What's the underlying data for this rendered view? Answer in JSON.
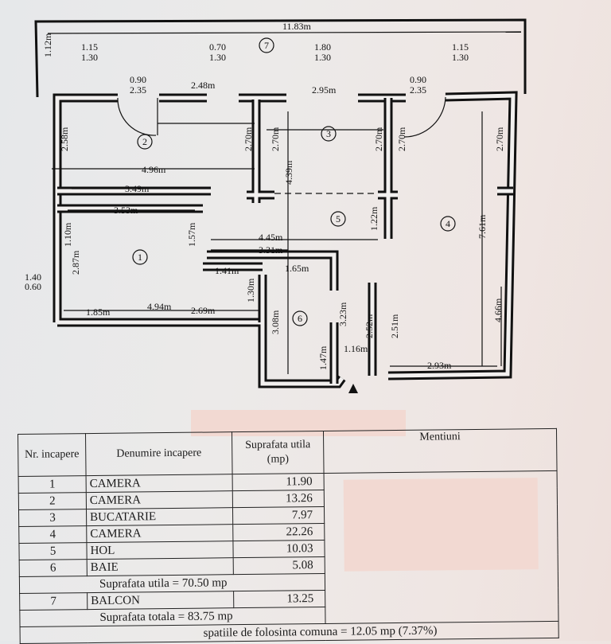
{
  "plan": {
    "room_numbers": [
      "1",
      "2",
      "3",
      "4",
      "5",
      "6",
      "7"
    ],
    "dimensions": {
      "total_width": "11.83m",
      "balcony_depth": "1.12m",
      "win1": [
        "1.15",
        "1.30"
      ],
      "win2": [
        "0.70",
        "1.30"
      ],
      "win3": [
        "1.80",
        "1.30"
      ],
      "win4": [
        "1.15",
        "1.30"
      ],
      "door1": [
        "0.90",
        "2.35"
      ],
      "door2": [
        "0.90",
        "2.35"
      ],
      "win_left": [
        "1.40",
        "0.60"
      ],
      "d_248": "2.48m",
      "d_496": "4.96m",
      "d_258": "2.58m",
      "d_270a": "2.70m",
      "d_270b": "2.70m",
      "d_295": "2.95m",
      "d_439": "4.39m",
      "d_270c": "2.70m",
      "d_270d": "2.70m",
      "d_270e": "2.70m",
      "d_349": "3.49m",
      "d_353": "3.53m",
      "d_110": "1.10m",
      "d_157": "1.57m",
      "d_287": "2.87m",
      "d_445": "4.45m",
      "d_331": "3.31m",
      "d_122": "1.22m",
      "d_761": "7.61m",
      "d_141": "1.41m",
      "d_165": "1.65m",
      "d_130": "1.30m",
      "d_185": "1.85m",
      "d_494": "4.94m",
      "d_269": "2.69m",
      "d_308": "3.08m",
      "d_323": "3.23m",
      "d_147": "1.47m",
      "d_116": "1.16m",
      "d_252": "2.52m",
      "d_251": "2.51m",
      "d_466": "4.66m",
      "d_293": "2.93m"
    }
  },
  "table": {
    "headers": {
      "nr": "Nr. incapere",
      "name": "Denumire incapere",
      "area": "Suprafata utila (mp)",
      "notes": "Mentiuni"
    },
    "rows": [
      {
        "nr": "1",
        "name": "CAMERA",
        "area": "11.90"
      },
      {
        "nr": "2",
        "name": "CAMERA",
        "area": "13.26"
      },
      {
        "nr": "3",
        "name": "BUCATARIE",
        "area": "7.97"
      },
      {
        "nr": "4",
        "name": "CAMERA",
        "area": "22.26"
      },
      {
        "nr": "5",
        "name": "HOL",
        "area": "10.03"
      },
      {
        "nr": "6",
        "name": "BAIE",
        "area": "5.08"
      }
    ],
    "useful_total": "Suprafata utila = 70.50 mp",
    "balcony": {
      "nr": "7",
      "name": "BALCON",
      "area": "13.25"
    },
    "grand_total": "Suprafata totala = 83.75 mp",
    "common_share": "spatiile de folosinta comuna = 12.05 mp (7.37%)"
  }
}
